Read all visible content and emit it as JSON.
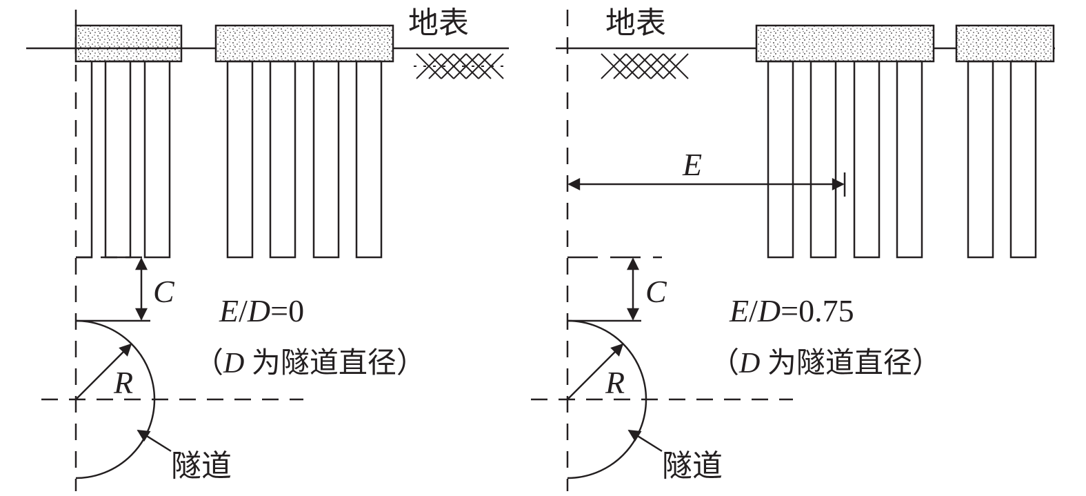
{
  "colors": {
    "stroke": "#231f20",
    "fill": "#ffffff",
    "cap_fill": "#ffffff",
    "speckle": "#231f20"
  },
  "left_panel": {
    "surface_label": "地表",
    "clearance_label": "C",
    "radius_label": "R",
    "ratio": {
      "e_symbol": "E",
      "slash": "/",
      "d_symbol": "D",
      "value": "=0"
    },
    "note": {
      "open": "（",
      "d_symbol": "D",
      "text": " 为隧道直径）"
    },
    "tunnel_label": "隧道"
  },
  "right_panel": {
    "surface_label": "地表",
    "offset_label": "E",
    "clearance_label": "C",
    "radius_label": "R",
    "ratio": {
      "e_symbol": "E",
      "slash": "/",
      "d_symbol": "D",
      "value": "=0.75"
    },
    "note": {
      "open": "（",
      "d_symbol": "D",
      "text": " 为隧道直径）"
    },
    "tunnel_label": "隧道"
  }
}
